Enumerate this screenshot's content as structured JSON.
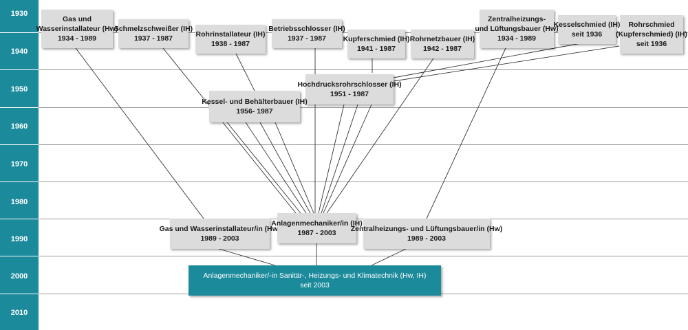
{
  "timeline": {
    "years": [
      "1930",
      "1940",
      "1950",
      "1960",
      "1970",
      "1980",
      "1990",
      "2000",
      "2010"
    ]
  },
  "professions": {
    "gas_wasser": {
      "lines": [
        "Gas und",
        "Wasserinstallateur (Hw)",
        "1934 - 1989"
      ]
    },
    "schmelzschweisser": {
      "lines": [
        "Schmelzschweißer (IH)",
        "1937 - 1987"
      ]
    },
    "rohrinstallateur": {
      "lines": [
        "Rohrinstallateur (IH)",
        "1938 - 1987"
      ]
    },
    "betriebsschlosser": {
      "lines": [
        "Betriebsschlosser (IH)",
        "1937 - 1987"
      ]
    },
    "kupferschmied": {
      "lines": [
        "Kupferschmied (IH)",
        "1941 - 1987"
      ]
    },
    "rohrnetzbauer": {
      "lines": [
        "Rohrnetzbauer (IH)",
        "1942 - 1987"
      ]
    },
    "zentralheizung_alt": {
      "lines": [
        "Zentralheizungs-",
        "und Lüftungsbauer (Hw)",
        "1934 - 1989"
      ]
    },
    "kesselschmied": {
      "lines": [
        "Kesselschmied (IH)",
        "seit 1936"
      ]
    },
    "rohrschmied": {
      "lines": [
        "Rohrschmied",
        "(Kupferschmied) (IH)",
        "seit 1936"
      ]
    },
    "hochdruck": {
      "lines": [
        "Hochdrucksrohrschlosser (IH)",
        "1951 - 1987"
      ]
    },
    "kessel_behaelter": {
      "lines": [
        "Kessel- und Behälterbauer (IH)",
        "1956- 1987"
      ]
    },
    "gas_wasser_neu": {
      "lines": [
        "Gas und Wasserinstallateur/in (Hw)",
        "1989 - 2003"
      ]
    },
    "anlagenmechaniker": {
      "lines": [
        "Anlagenmechaniker/in (IH)",
        "1987 - 2003"
      ]
    },
    "zentralheizung_neu": {
      "lines": [
        "Zentralheizungs- und Lüftungsbauer/in (Hw)",
        "1989 - 2003"
      ]
    },
    "shk": {
      "lines": [
        "Anlagenmechaniker/-in Sanitär-, Heizungs- und Klimatechnik (Hw, IH)",
        "seit 2003"
      ]
    }
  },
  "colors": {
    "accent": "#1b8a9b",
    "box": "#dcdcdc",
    "grid": "#9a9a9a",
    "connector": "#333333"
  }
}
